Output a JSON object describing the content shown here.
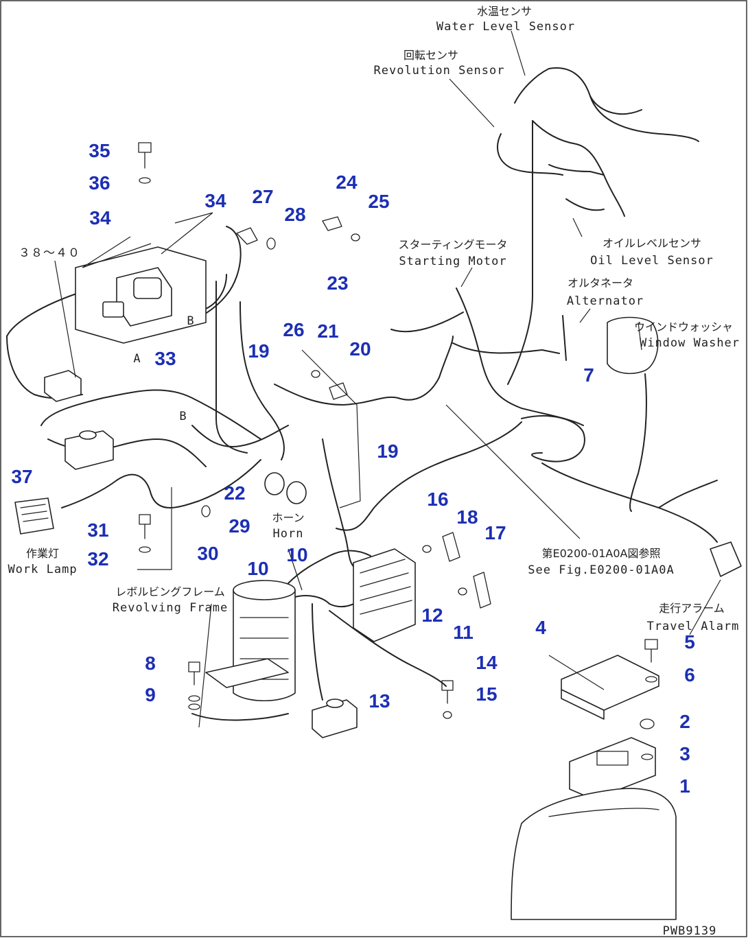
{
  "callouts": [
    {
      "id": "c35",
      "text": "35"
    },
    {
      "id": "c36",
      "text": "36"
    },
    {
      "id": "c34a",
      "text": "34"
    },
    {
      "id": "c34b",
      "text": "34"
    },
    {
      "id": "c27",
      "text": "27"
    },
    {
      "id": "c28",
      "text": "28"
    },
    {
      "id": "c24",
      "text": "24"
    },
    {
      "id": "c25",
      "text": "25"
    },
    {
      "id": "c23",
      "text": "23"
    },
    {
      "id": "c26",
      "text": "26"
    },
    {
      "id": "c21",
      "text": "21"
    },
    {
      "id": "c20",
      "text": "20"
    },
    {
      "id": "c19a",
      "text": "19"
    },
    {
      "id": "c19b",
      "text": "19"
    },
    {
      "id": "c33",
      "text": "33"
    },
    {
      "id": "c37",
      "text": "37"
    },
    {
      "id": "c22",
      "text": "22"
    },
    {
      "id": "c29",
      "text": "29"
    },
    {
      "id": "c30",
      "text": "30"
    },
    {
      "id": "c31",
      "text": "31"
    },
    {
      "id": "c32",
      "text": "32"
    },
    {
      "id": "c16",
      "text": "16"
    },
    {
      "id": "c18",
      "text": "18"
    },
    {
      "id": "c17",
      "text": "17"
    },
    {
      "id": "c10a",
      "text": "10"
    },
    {
      "id": "c10b",
      "text": "10"
    },
    {
      "id": "c12",
      "text": "12"
    },
    {
      "id": "c11",
      "text": "11"
    },
    {
      "id": "c7",
      "text": "7"
    },
    {
      "id": "c4",
      "text": "4"
    },
    {
      "id": "c5",
      "text": "5"
    },
    {
      "id": "c6",
      "text": "6"
    },
    {
      "id": "c14",
      "text": "14"
    },
    {
      "id": "c15",
      "text": "15"
    },
    {
      "id": "c13",
      "text": "13"
    },
    {
      "id": "c8",
      "text": "8"
    },
    {
      "id": "c9",
      "text": "9"
    },
    {
      "id": "c2",
      "text": "2"
    },
    {
      "id": "c3",
      "text": "3"
    },
    {
      "id": "c1",
      "text": "1"
    }
  ],
  "labels": {
    "water_level_jp": "水温センサ",
    "water_level_en": "Water Level Sensor",
    "revolution_jp": "回転センサ",
    "revolution_en": "Revolution Sensor",
    "starting_jp": "スターティングモータ",
    "starting_en": "Starting Motor",
    "oil_level_jp": "オイルレベルセンサ",
    "oil_level_en": "Oil Level Sensor",
    "alternator_jp": "オルタネータ",
    "alternator_en": "Alternator",
    "washer_jp": "ウインドウォッシャ",
    "washer_en": "Window Washer",
    "range_label": "３８～４０",
    "horn_jp": "ホーン",
    "horn_en": "Horn",
    "work_lamp_jp": "作業灯",
    "work_lamp_en": "Work Lamp",
    "frame_jp": "レボルビングフレーム",
    "frame_en": "Revolving Frame",
    "see_fig_jp": "第E0200-01A0A図参照",
    "see_fig_en": "See Fig.E0200-01A0A",
    "travel_alarm_jp": "走行アラーム",
    "travel_alarm_en": "Travel Alarm",
    "conn_b1": "B",
    "conn_a": "A",
    "conn_b2": "B",
    "code": "PWB9139"
  }
}
